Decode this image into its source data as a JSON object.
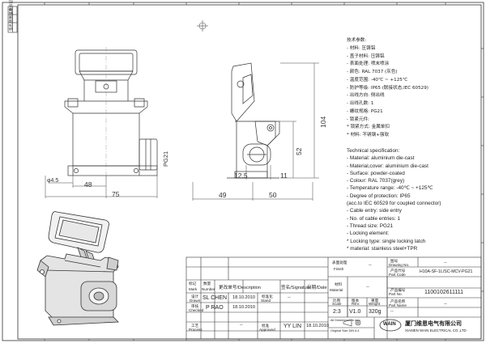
{
  "drawing": {
    "dimensions": {
      "front_width": "75",
      "front_inner_width": "48",
      "hole_dia": "φ4.5",
      "thread_label": "PG21",
      "side_left": "49",
      "side_right": "50",
      "side_height_total": "104",
      "side_height_mid": "52",
      "side_small_left": "12.5",
      "side_small_right": "11"
    }
  },
  "spec_cn": {
    "heading": "技术参数:",
    "lines": [
      "- 材料: 压铸铝",
      "- 盖子材料: 压铸铝",
      "- 表面处理: 喷末喷涂",
      "- 颜色: RAL 7037 (灰色)",
      "- 温度范围: -40℃  ~  +125℃",
      "- 防护等级: IP65 (联接状态,IEC 60529)",
      "- 出线方向: 侧出线",
      "- 出线孔数: 1",
      "- 螺纹规格: PG21",
      "-  锁紧元件:",
      "    *  锁紧方式: 金属单扣",
      "    *  材料: 不锈钢+强软"
    ]
  },
  "spec_en": {
    "heading": "Technical specification:",
    "lines": [
      "- Material: aluminium die-cast",
      "- Material,cover: aluminium die-cast",
      "- Surface: powder-coated",
      "- Colour: RAL 7037(grey)",
      "- Temperature range: -40℃  ~  +125℃",
      "- Degree of protection: IP65",
      "  (acc.to IEC 60529 for coupled connector)",
      "- Cable entry: side entry",
      "- No. of cable entries: 1",
      "- Thread size: PG21",
      "- Locking element:",
      "   *  Locking type: single locking latch",
      "   *  material: stainless steel+TPR"
    ]
  },
  "title_block": {
    "hdr_mark_cn": "标记",
    "hdr_mark_en": "Mark",
    "hdr_num_cn": "数量",
    "hdr_num_en": "Number",
    "hdr_desc": "更改单号/Description",
    "hdr_sig": "签名/Signature",
    "hdr_date": "日期/Date",
    "drawn_cn": "设计",
    "drawn_en": "Drawn",
    "drawn_by": "SL CHEN",
    "drawn_date": "18.10.2010",
    "checked_cn": "审核",
    "checked_en": "Checked",
    "checked_by": "P RAO",
    "checked_date": "18.10.2010",
    "process_cn": "工艺",
    "process_en": "Process",
    "process_val": "--",
    "stand_cn": "标准化",
    "stand_en": "Stand",
    "stand_val": "--",
    "approved_cn": "批准",
    "approved_en": "Approved",
    "approved_by": "YY LIN",
    "approved_date": "18.10.2010",
    "finish_cn": "表面处理",
    "finish_en": "Finish",
    "finish_val": "--",
    "material_cn": "材料",
    "material_en": "Material",
    "material_val": "--",
    "scale_cn": "比例",
    "scale_en": "Scale",
    "scale_val": "2:3",
    "rev_cn": "版本",
    "rev_en": "REV.",
    "rev_val": "V1.0",
    "weight_cn": "重量",
    "weight_en": "Weight",
    "weight_val": "320g",
    "sheet_dash": "--",
    "drawing_no_cn": "图号",
    "drawing_no_en": "Drawing No.",
    "drawing_no_val": "--",
    "part_code_cn": "产品代号",
    "part_code_en": "Part Code",
    "part_code_val": "H10A-SF-1L/SC-MCV-PG21",
    "part_no_cn": "产品编号",
    "part_no_en": "Part No.",
    "part_no_val": "1100102611111",
    "part_name_cn": "产品名称",
    "part_name_en": "Part Name",
    "part_name_val": "--",
    "dim_note1": "All Dimensions in mm",
    "dim_note2": "Original Size DIN A 4",
    "company_cn": "厦门维恩电气有限公司",
    "company_en": "XIAMEN WAIN ELECTRICAL CO.,LTD",
    "logo": "WAIN"
  },
  "side_strip": {
    "cells": [
      "工序标记",
      "底图总号",
      "签名"
    ]
  }
}
